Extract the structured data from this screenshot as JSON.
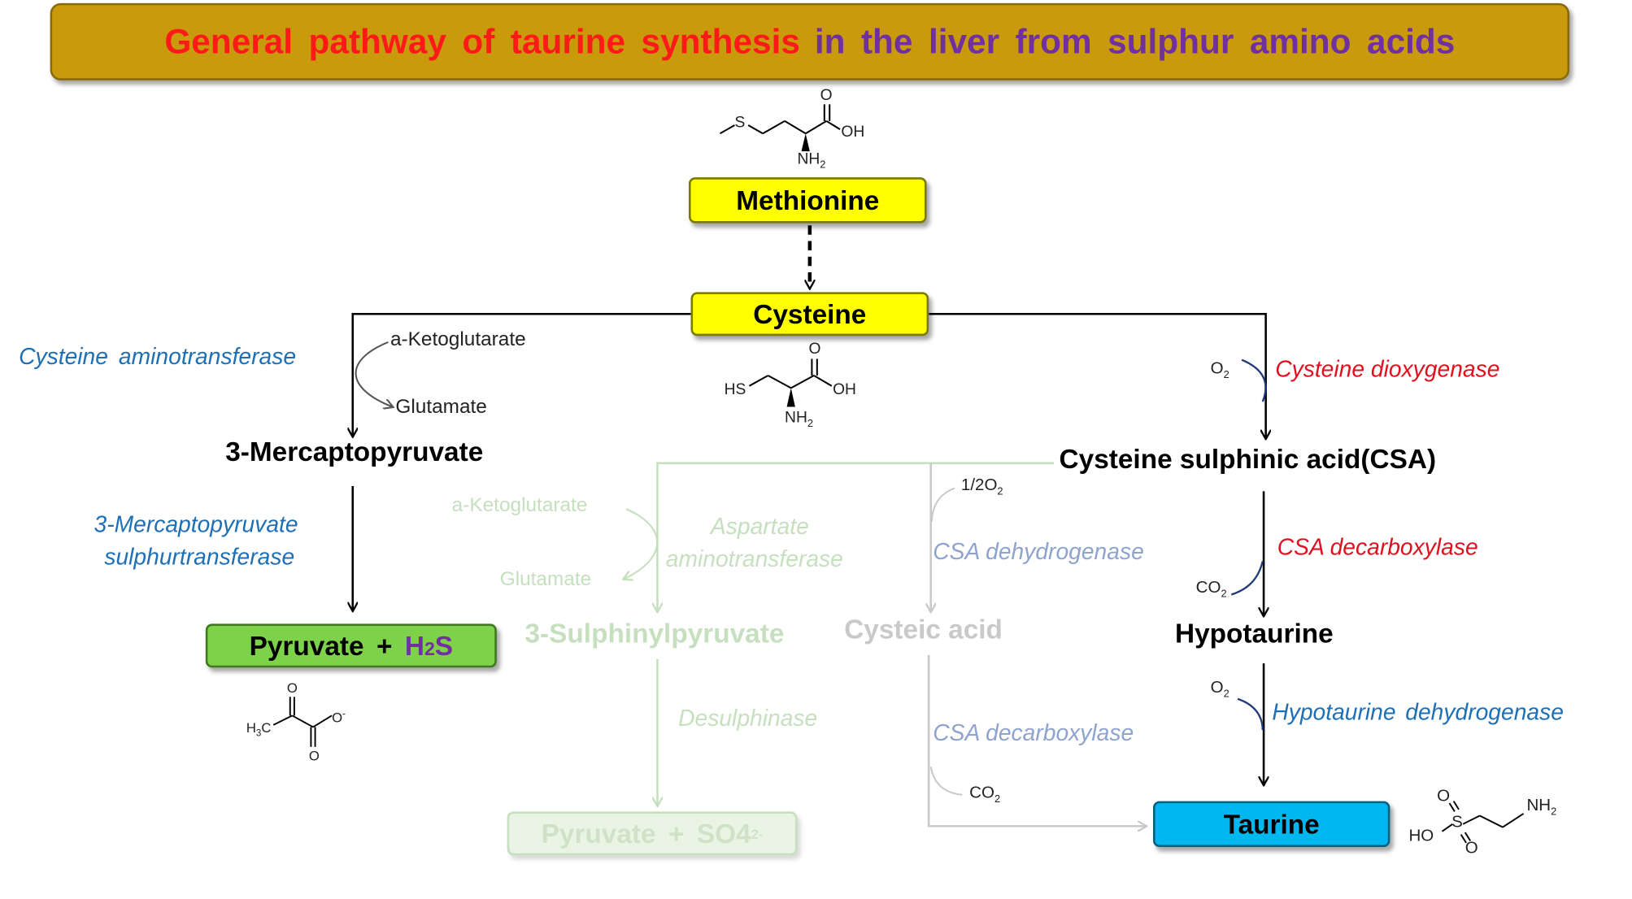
{
  "title": {
    "part1": "General pathway of taurine synthesis",
    "part2": "in the liver from sulphur amino acids",
    "part1_color": "#ff1a1a",
    "part2_color": "#7030a0",
    "bg": "#c89a0c"
  },
  "nodes": {
    "methionine": "Methionine",
    "cysteine": "Cysteine",
    "mercaptopyruvate": "3-Mercaptopyruvate",
    "pyruvate_h2s_a": "Pyruvate",
    "pyruvate_h2s_plus": "+",
    "pyruvate_h2s_b": "H",
    "pyruvate_h2s_sub": "2",
    "pyruvate_h2s_c": "S",
    "sulphinylpyruvate": "3-Sulphinylpyruvate",
    "pyruvate_so4_a": "Pyruvate",
    "pyruvate_so4_plus": "+",
    "pyruvate_so4_b": "SO4",
    "pyruvate_so4_sup": "2-",
    "csa": "Cysteine sulphinic acid(CSA)",
    "cysteic_acid": "Cysteic acid",
    "hypotaurine": "Hypotaurine",
    "taurine": "Taurine"
  },
  "enzymes": {
    "cysteine_aminotransferase": "Cysteine aminotransferase",
    "mp_sulphurtransferase_1": "3-Mercaptopyruvate",
    "mp_sulphurtransferase_2": "sulphurtransferase",
    "aspartate_1": "Aspartate",
    "aspartate_2": "aminotransferase",
    "desulphinase": "Desulphinase",
    "csa_dehydrogenase": "CSA dehydrogenase",
    "csa_decarboxylase_grey": "CSA decarboxylase",
    "cysteine_dioxygenase": "Cysteine dioxygenase",
    "csa_decarboxylase": "CSA decarboxylase",
    "hypotaurine_dehydrogenase": "Hypotaurine dehydrogenase"
  },
  "cofactors": {
    "akg_left": "a-Ketoglutarate",
    "glu_left": "Glutamate",
    "akg_mid": "a-Ketoglutarate",
    "glu_mid": "Glutamate",
    "o2_dioxygenase": "O",
    "o2_dioxygenase_sub": "2",
    "half_o2": "1/2O",
    "half_o2_sub": "2",
    "co2_decarb": "CO",
    "co2_decarb_sub": "2",
    "o2_hypo": "O",
    "o2_hypo_sub": "2",
    "co2_grey": "CO",
    "co2_grey_sub": "2"
  },
  "structures": {
    "met_s": "S",
    "met_o": "O",
    "met_oh": "OH",
    "met_nh2": "NH",
    "met_nh2_sub": "2",
    "cys_hs": "HS",
    "cys_o": "O",
    "cys_oh": "OH",
    "cys_nh2": "NH",
    "cys_nh2_sub": "2",
    "pyr_h3c": "H",
    "pyr_h3c_sub": "3",
    "pyr_h3c_c": "C",
    "pyr_o_top": "O",
    "pyr_o_minus": "O",
    "pyr_o_minus_sup": "-",
    "pyr_o_bottom": "O",
    "tau_o_top": "O",
    "tau_s": "S",
    "tau_ho": "HO",
    "tau_o_bottom": "O",
    "tau_nh2": "NH",
    "tau_nh2_sub": "2"
  },
  "colors": {
    "yellow_box": "#ffff00",
    "green_box": "#7ed24a",
    "pale_box": "#eaf4e4",
    "blue_box": "#00b7ef",
    "enzyme_blue": "#1f6fb4",
    "enzyme_red": "#e0101f",
    "faded_green": "#c6dfbe",
    "faded_lavender": "#8fa3cf",
    "h2s_purple": "#7030a0"
  }
}
